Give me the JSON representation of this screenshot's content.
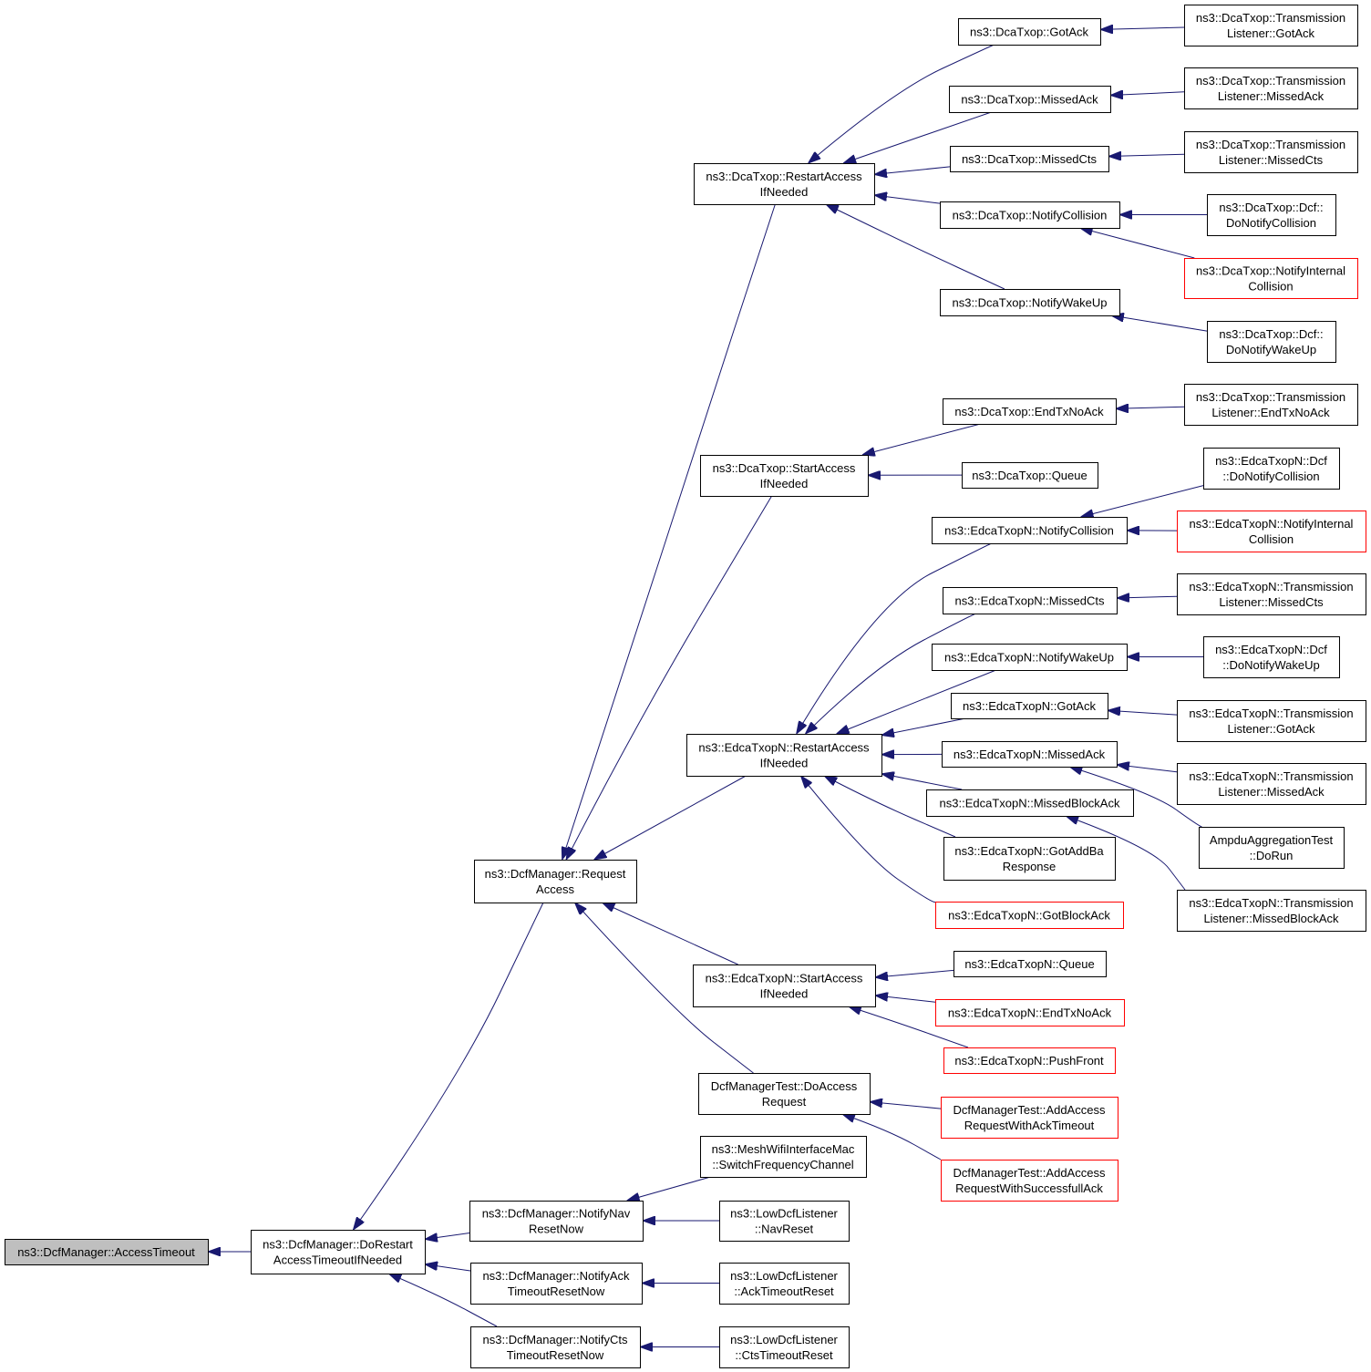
{
  "colors": {
    "edge": "#191970",
    "root_fill": "#bfbfbf",
    "truncated_border": "#ff0000",
    "node_border": "#000000"
  },
  "nodes": [
    {
      "id": "access_timeout",
      "lines": [
        "ns3::DcfManager::AccessTimeout"
      ],
      "root": true
    },
    {
      "id": "do_restart",
      "lines": [
        "ns3::DcfManager::DoRestart",
        "AccessTimeoutIfNeeded"
      ]
    },
    {
      "id": "request_access",
      "lines": [
        "ns3::DcfManager::Request",
        "Access"
      ]
    },
    {
      "id": "notify_nav_reset",
      "lines": [
        "ns3::DcfManager::NotifyNav",
        "ResetNow"
      ]
    },
    {
      "id": "notify_ack_reset",
      "lines": [
        "ns3::DcfManager::NotifyAck",
        "TimeoutResetNow"
      ]
    },
    {
      "id": "notify_cts_reset",
      "lines": [
        "ns3::DcfManager::NotifyCts",
        "TimeoutResetNow"
      ]
    },
    {
      "id": "dca_restart",
      "lines": [
        "ns3::DcaTxop::RestartAccess",
        "IfNeeded"
      ]
    },
    {
      "id": "dca_start",
      "lines": [
        "ns3::DcaTxop::StartAccess",
        "IfNeeded"
      ]
    },
    {
      "id": "edca_restart",
      "lines": [
        "ns3::EdcaTxopN::RestartAccess",
        "IfNeeded"
      ]
    },
    {
      "id": "edca_start",
      "lines": [
        "ns3::EdcaTxopN::StartAccess",
        "IfNeeded"
      ]
    },
    {
      "id": "dcftest_doaccess",
      "lines": [
        "DcfManagerTest::DoAccess",
        "Request"
      ]
    },
    {
      "id": "mesh_switch",
      "lines": [
        "ns3::MeshWifiInterfaceMac",
        "::SwitchFrequencyChannel"
      ]
    },
    {
      "id": "low_navreset",
      "lines": [
        "ns3::LowDcfListener",
        "::NavReset"
      ]
    },
    {
      "id": "low_ackreset",
      "lines": [
        "ns3::LowDcfListener",
        "::AckTimeoutReset"
      ]
    },
    {
      "id": "low_ctsreset",
      "lines": [
        "ns3::LowDcfListener",
        "::CtsTimeoutReset"
      ]
    },
    {
      "id": "dca_gotack",
      "lines": [
        "ns3::DcaTxop::GotAck"
      ]
    },
    {
      "id": "dca_missedack",
      "lines": [
        "ns3::DcaTxop::MissedAck"
      ]
    },
    {
      "id": "dca_missedcts",
      "lines": [
        "ns3::DcaTxop::MissedCts"
      ]
    },
    {
      "id": "dca_notifycollision",
      "lines": [
        "ns3::DcaTxop::NotifyCollision"
      ]
    },
    {
      "id": "dca_notifywakeup",
      "lines": [
        "ns3::DcaTxop::NotifyWakeUp"
      ]
    },
    {
      "id": "dca_endtxnoack",
      "lines": [
        "ns3::DcaTxop::EndTxNoAck"
      ]
    },
    {
      "id": "dca_queue",
      "lines": [
        "ns3::DcaTxop::Queue"
      ]
    },
    {
      "id": "edca_notifycollision",
      "lines": [
        "ns3::EdcaTxopN::NotifyCollision"
      ]
    },
    {
      "id": "edca_missedcts",
      "lines": [
        "ns3::EdcaTxopN::MissedCts"
      ]
    },
    {
      "id": "edca_notifywakeup",
      "lines": [
        "ns3::EdcaTxopN::NotifyWakeUp"
      ]
    },
    {
      "id": "edca_gotack",
      "lines": [
        "ns3::EdcaTxopN::GotAck"
      ]
    },
    {
      "id": "edca_missedack",
      "lines": [
        "ns3::EdcaTxopN::MissedAck"
      ]
    },
    {
      "id": "edca_missedblockack",
      "lines": [
        "ns3::EdcaTxopN::MissedBlockAck"
      ]
    },
    {
      "id": "edca_gotaddba",
      "lines": [
        "ns3::EdcaTxopN::GotAddBa",
        "Response"
      ]
    },
    {
      "id": "edca_gotblockack",
      "lines": [
        "ns3::EdcaTxopN::GotBlockAck"
      ],
      "truncated": true
    },
    {
      "id": "edca_queue",
      "lines": [
        "ns3::EdcaTxopN::Queue"
      ]
    },
    {
      "id": "edca_endtxnoack",
      "lines": [
        "ns3::EdcaTxopN::EndTxNoAck"
      ],
      "truncated": true
    },
    {
      "id": "edca_pushfront",
      "lines": [
        "ns3::EdcaTxopN::PushFront"
      ],
      "truncated": true
    },
    {
      "id": "dcftest_ackto",
      "lines": [
        "DcfManagerTest::AddAccess",
        "RequestWithAckTimeout"
      ],
      "truncated": true
    },
    {
      "id": "dcftest_successack",
      "lines": [
        "DcfManagerTest::AddAccess",
        "RequestWithSuccessfullAck"
      ],
      "truncated": true
    },
    {
      "id": "dca_tl_gotack",
      "lines": [
        "ns3::DcaTxop::Transmission",
        "Listener::GotAck"
      ]
    },
    {
      "id": "dca_tl_missedack",
      "lines": [
        "ns3::DcaTxop::Transmission",
        "Listener::MissedAck"
      ]
    },
    {
      "id": "dca_tl_missedcts",
      "lines": [
        "ns3::DcaTxop::Transmission",
        "Listener::MissedCts"
      ]
    },
    {
      "id": "dca_dcf_donotifycollision",
      "lines": [
        "ns3::DcaTxop::Dcf::",
        "DoNotifyCollision"
      ]
    },
    {
      "id": "dca_notifyinternalcollision",
      "lines": [
        "ns3::DcaTxop::NotifyInternal",
        "Collision"
      ],
      "truncated": true
    },
    {
      "id": "dca_dcf_donotifywakeup",
      "lines": [
        "ns3::DcaTxop::Dcf::",
        "DoNotifyWakeUp"
      ]
    },
    {
      "id": "dca_tl_endtxnoack",
      "lines": [
        "ns3::DcaTxop::Transmission",
        "Listener::EndTxNoAck"
      ]
    },
    {
      "id": "edca_dcf_donotifycollision",
      "lines": [
        "ns3::EdcaTxopN::Dcf",
        "::DoNotifyCollision"
      ]
    },
    {
      "id": "edca_notifyinternalcollision",
      "lines": [
        "ns3::EdcaTxopN::NotifyInternal",
        "Collision"
      ],
      "truncated": true
    },
    {
      "id": "edca_tl_missedcts",
      "lines": [
        "ns3::EdcaTxopN::Transmission",
        "Listener::MissedCts"
      ]
    },
    {
      "id": "edca_dcf_donotifywakeup",
      "lines": [
        "ns3::EdcaTxopN::Dcf",
        "::DoNotifyWakeUp"
      ]
    },
    {
      "id": "edca_tl_gotack",
      "lines": [
        "ns3::EdcaTxopN::Transmission",
        "Listener::GotAck"
      ]
    },
    {
      "id": "edca_tl_missedack",
      "lines": [
        "ns3::EdcaTxopN::Transmission",
        "Listener::MissedAck"
      ]
    },
    {
      "id": "ampdu_dorun",
      "lines": [
        "AmpduAggregationTest",
        "::DoRun"
      ]
    },
    {
      "id": "edca_tl_missedblockack",
      "lines": [
        "ns3::EdcaTxopN::Transmission",
        "Listener::MissedBlockAck"
      ]
    }
  ],
  "edges": [
    {
      "from": "do_restart",
      "to": "access_timeout"
    },
    {
      "from": "request_access",
      "to": "do_restart"
    },
    {
      "from": "notify_nav_reset",
      "to": "do_restart"
    },
    {
      "from": "notify_ack_reset",
      "to": "do_restart"
    },
    {
      "from": "notify_cts_reset",
      "to": "do_restart"
    },
    {
      "from": "dca_restart",
      "to": "request_access"
    },
    {
      "from": "dca_start",
      "to": "request_access"
    },
    {
      "from": "edca_restart",
      "to": "request_access"
    },
    {
      "from": "edca_start",
      "to": "request_access"
    },
    {
      "from": "dcftest_doaccess",
      "to": "request_access"
    },
    {
      "from": "mesh_switch",
      "to": "notify_nav_reset"
    },
    {
      "from": "low_navreset",
      "to": "notify_nav_reset"
    },
    {
      "from": "low_ackreset",
      "to": "notify_ack_reset"
    },
    {
      "from": "low_ctsreset",
      "to": "notify_cts_reset"
    },
    {
      "from": "dca_gotack",
      "to": "dca_restart"
    },
    {
      "from": "dca_missedack",
      "to": "dca_restart"
    },
    {
      "from": "dca_missedcts",
      "to": "dca_restart"
    },
    {
      "from": "dca_notifycollision",
      "to": "dca_restart"
    },
    {
      "from": "dca_notifywakeup",
      "to": "dca_restart"
    },
    {
      "from": "dca_endtxnoack",
      "to": "dca_start"
    },
    {
      "from": "dca_queue",
      "to": "dca_start"
    },
    {
      "from": "edca_notifycollision",
      "to": "edca_restart"
    },
    {
      "from": "edca_missedcts",
      "to": "edca_restart"
    },
    {
      "from": "edca_notifywakeup",
      "to": "edca_restart"
    },
    {
      "from": "edca_gotack",
      "to": "edca_restart"
    },
    {
      "from": "edca_missedack",
      "to": "edca_restart"
    },
    {
      "from": "edca_missedblockack",
      "to": "edca_restart"
    },
    {
      "from": "edca_gotaddba",
      "to": "edca_restart"
    },
    {
      "from": "edca_gotblockack",
      "to": "edca_restart"
    },
    {
      "from": "edca_queue",
      "to": "edca_start"
    },
    {
      "from": "edca_endtxnoack",
      "to": "edca_start"
    },
    {
      "from": "edca_pushfront",
      "to": "edca_start"
    },
    {
      "from": "dcftest_ackto",
      "to": "dcftest_doaccess"
    },
    {
      "from": "dcftest_successack",
      "to": "dcftest_doaccess"
    },
    {
      "from": "dca_tl_gotack",
      "to": "dca_gotack"
    },
    {
      "from": "dca_tl_missedack",
      "to": "dca_missedack"
    },
    {
      "from": "dca_tl_missedcts",
      "to": "dca_missedcts"
    },
    {
      "from": "dca_dcf_donotifycollision",
      "to": "dca_notifycollision"
    },
    {
      "from": "dca_notifyinternalcollision",
      "to": "dca_notifycollision"
    },
    {
      "from": "dca_dcf_donotifywakeup",
      "to": "dca_notifywakeup"
    },
    {
      "from": "dca_tl_endtxnoack",
      "to": "dca_endtxnoack"
    },
    {
      "from": "edca_dcf_donotifycollision",
      "to": "edca_notifycollision"
    },
    {
      "from": "edca_notifyinternalcollision",
      "to": "edca_notifycollision"
    },
    {
      "from": "edca_tl_missedcts",
      "to": "edca_missedcts"
    },
    {
      "from": "edca_dcf_donotifywakeup",
      "to": "edca_notifywakeup"
    },
    {
      "from": "edca_tl_gotack",
      "to": "edca_gotack"
    },
    {
      "from": "edca_tl_missedack",
      "to": "edca_missedack"
    },
    {
      "from": "ampdu_dorun",
      "to": "edca_missedack"
    },
    {
      "from": "edca_tl_missedblockack",
      "to": "edca_missedblockack"
    }
  ]
}
